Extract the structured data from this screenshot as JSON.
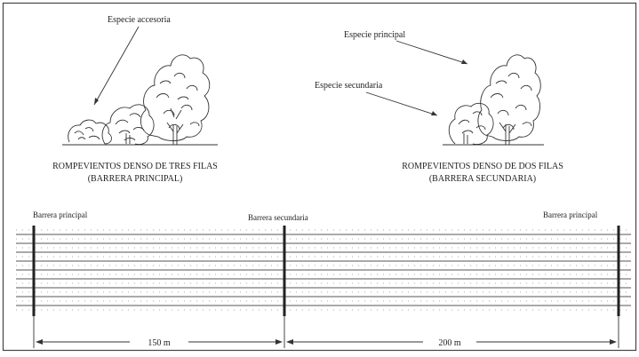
{
  "top": {
    "left_annotation": "Especie accesoria",
    "right_annotation_primary": "Especie principal",
    "right_annotation_secondary": "Especie secundaria",
    "left_caption_line1": "ROMPEVIENTOS DENSO DE TRES FILAS",
    "left_caption_line2": "(BARRERA PRINCIPAL)",
    "right_caption_line1": "ROMPEVIENTOS DENSO DE DOS FILAS",
    "right_caption_line2": "(BARRERA SECUNDARIA)"
  },
  "plan": {
    "barrier_left_label": "Barrera principal",
    "barrier_middle_label": "Barrera secundaria",
    "barrier_right_label": "Barrera principal",
    "dimension_left": "150 m",
    "dimension_right": "200 m"
  }
}
